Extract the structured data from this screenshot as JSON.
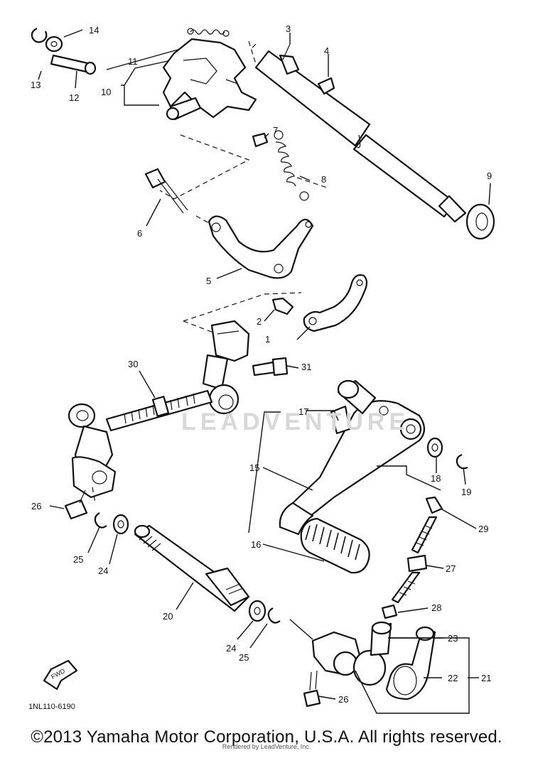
{
  "diagram": {
    "callouts": [
      "1",
      "2",
      "3",
      "4",
      "5",
      "6",
      "7",
      "8",
      "9",
      "10",
      "11",
      "12",
      "13",
      "14",
      "15",
      "16",
      "17",
      "18",
      "19",
      "20",
      "21",
      "22",
      "23",
      "24",
      "25",
      "26",
      "27",
      "28",
      "29",
      "30",
      "31"
    ],
    "part_code": "1NL110-6190",
    "fwd_label": "FWD",
    "watermark": "LEADVENTURE"
  },
  "footer": {
    "copyright": "©2013 Yamaha Motor Corporation, U.S.A. All rights reserved.",
    "rendered_by": "Rendered by LeadVenture, Inc."
  }
}
